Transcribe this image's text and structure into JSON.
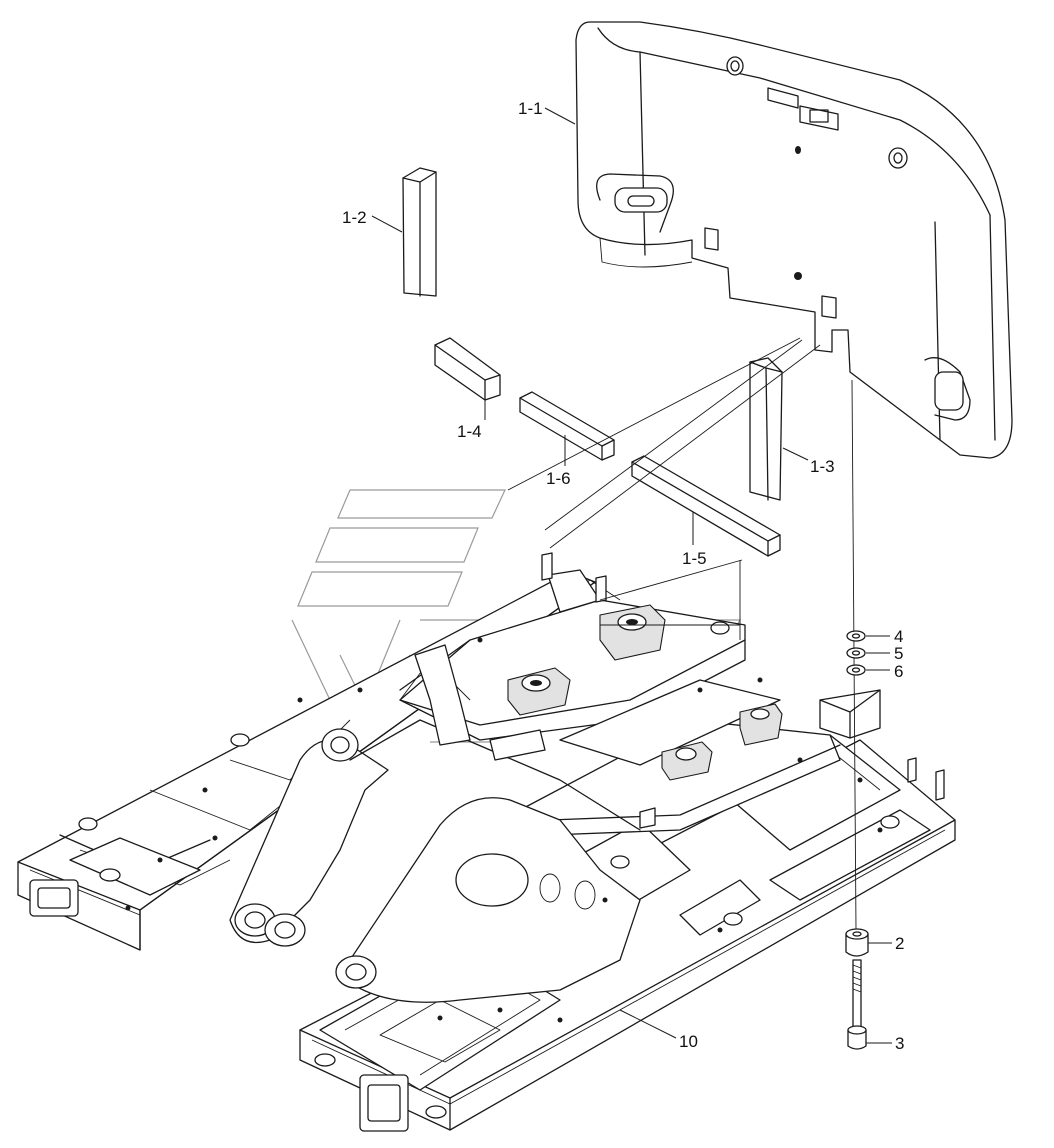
{
  "labels": {
    "p1_1": "1-1",
    "p1_2": "1-2",
    "p1_3": "1-3",
    "p1_4": "1-4",
    "p1_5": "1-5",
    "p1_6": "1-6",
    "p2": "2",
    "p3": "3",
    "p4": "4",
    "p5": "5",
    "p6": "6",
    "p10": "10"
  },
  "colors": {
    "ink": "#1a1a1a",
    "watermark": "#9a9a9a",
    "shade": "#e2e2e2"
  }
}
